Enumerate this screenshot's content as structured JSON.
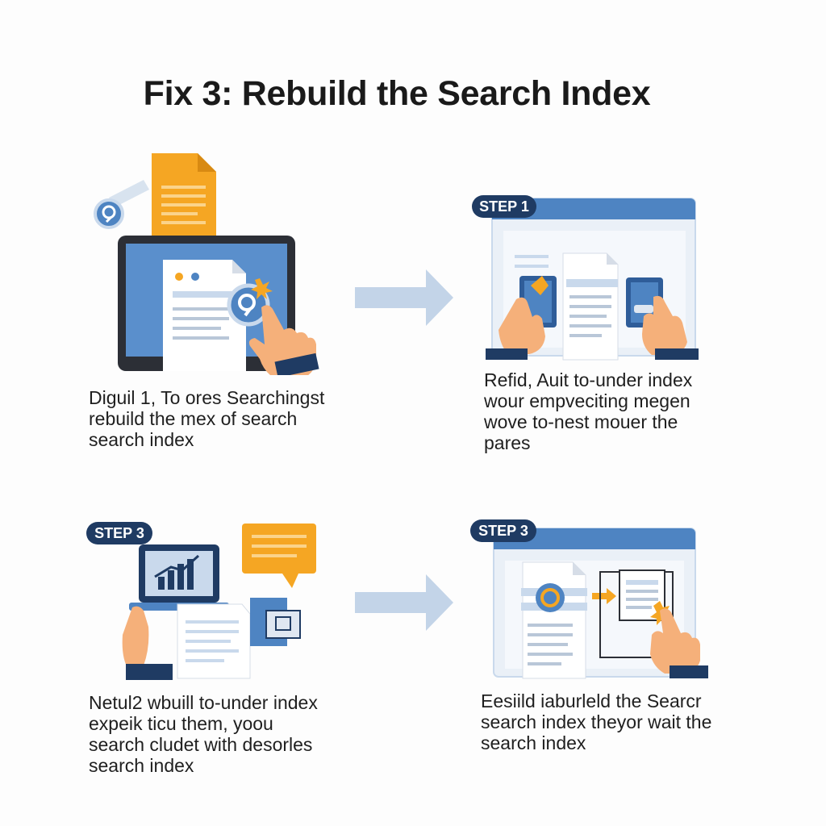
{
  "title": "Fix 3: Rebuild the Search Index",
  "colors": {
    "navy": "#1f3b63",
    "blue": "#4e84c2",
    "light_blue": "#c9d9ec",
    "orange": "#f5a623",
    "skin": "#f5b07a",
    "arrow": "#c3d4e8"
  },
  "panels": [
    {
      "id": "intro",
      "step_label": "",
      "caption": [
        "Diguil 1, To ores Searchingst",
        "rebuild the mex of search",
        "search index"
      ]
    },
    {
      "id": "step-top-right",
      "step_label": "STEP 1",
      "caption": [
        "Refid, Auit to-under index",
        "wour empveciting megen",
        "wove to-nest mouer the",
        "pares"
      ]
    },
    {
      "id": "step-bottom-left",
      "step_label": "STEP 3",
      "caption": [
        "Netul2 wbuill to-under index",
        "expeik ticu them, yoou",
        "search cludet with desorles",
        "search index"
      ]
    },
    {
      "id": "step-bottom-right",
      "step_label": "STEP 3",
      "caption": [
        "Eesiild iaburleld the Searcr",
        "search index theyor wait the",
        "search index"
      ]
    }
  ]
}
